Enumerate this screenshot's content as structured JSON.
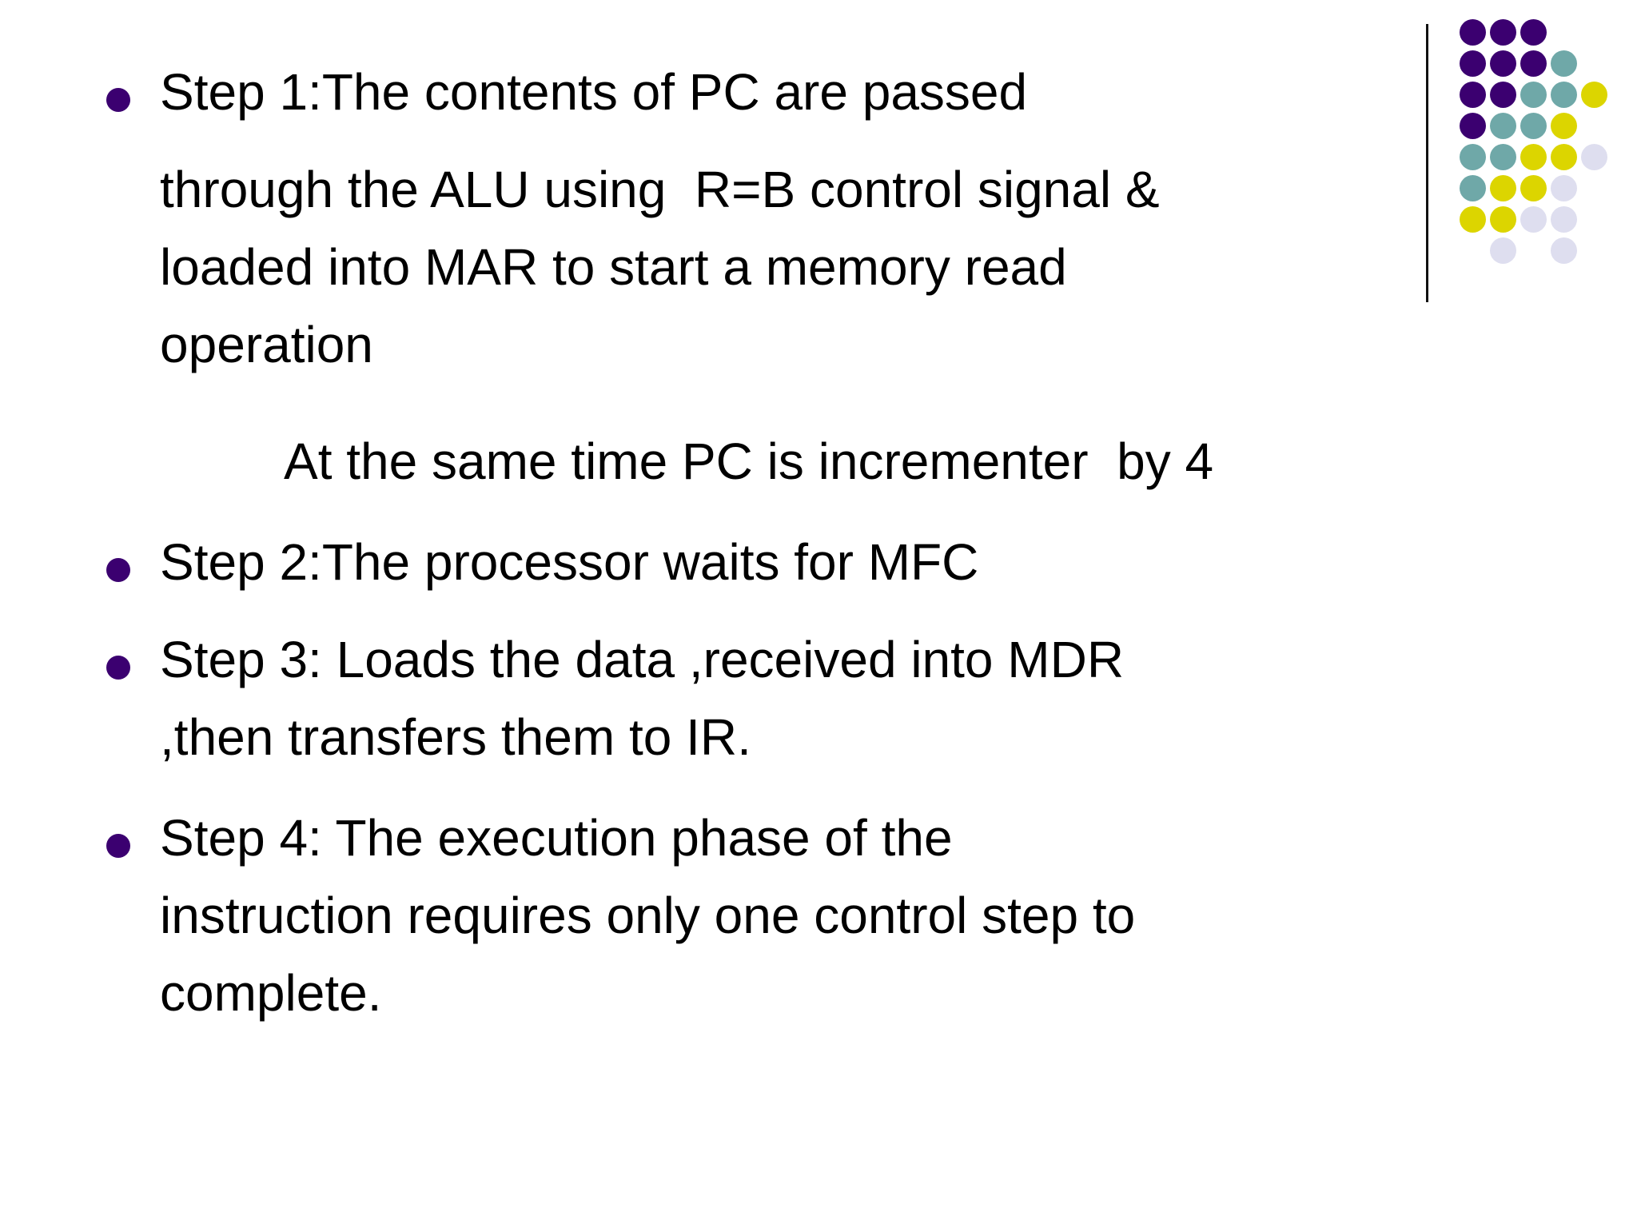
{
  "slide": {
    "background_color": "#FFFFFF",
    "text_color": "#000000",
    "bullet_color": "#3B0070",
    "bullets": [
      {
        "id": "step-1",
        "lines": [
          "Step 1:The contents of PC are passed",
          "through the ALU using  R=B control signal &",
          "loaded into MAR to start a memory read",
          "operation"
        ]
      },
      {
        "id": "step-2",
        "lines": [
          "Step 2:The processor waits for MFC"
        ]
      },
      {
        "id": "step-3",
        "lines": [
          "Step 3: Loads the data ,received into MDR",
          ",then transfers them to IR."
        ]
      },
      {
        "id": "step-4",
        "lines": [
          "Step 4: The execution phase of the",
          "instruction requires only one control step to",
          "complete."
        ]
      }
    ],
    "sub_note": "At the same time PC is incrementer  by 4"
  },
  "logo": {
    "name": "dot-grid-logo",
    "rule_color": "#111111",
    "palette": {
      "purple": "#3B0070",
      "teal": "#6FA8A8",
      "yellow": "#DCD500",
      "lavender": "#DEDEEF"
    },
    "dot_size": 33,
    "step_x": 38,
    "step_y": 39,
    "grid": [
      [
        "purple",
        "purple",
        "purple",
        "none",
        "none"
      ],
      [
        "purple",
        "purple",
        "purple",
        "teal",
        "none"
      ],
      [
        "purple",
        "purple",
        "teal",
        "teal",
        "yellow"
      ],
      [
        "purple",
        "teal",
        "teal",
        "yellow",
        "none"
      ],
      [
        "teal",
        "teal",
        "yellow",
        "yellow",
        "lavender"
      ],
      [
        "teal",
        "yellow",
        "yellow",
        "lavender",
        "none"
      ],
      [
        "yellow",
        "yellow",
        "lavender",
        "lavender",
        "none"
      ],
      [
        "none",
        "lavender",
        "none",
        "lavender",
        "none"
      ]
    ]
  }
}
